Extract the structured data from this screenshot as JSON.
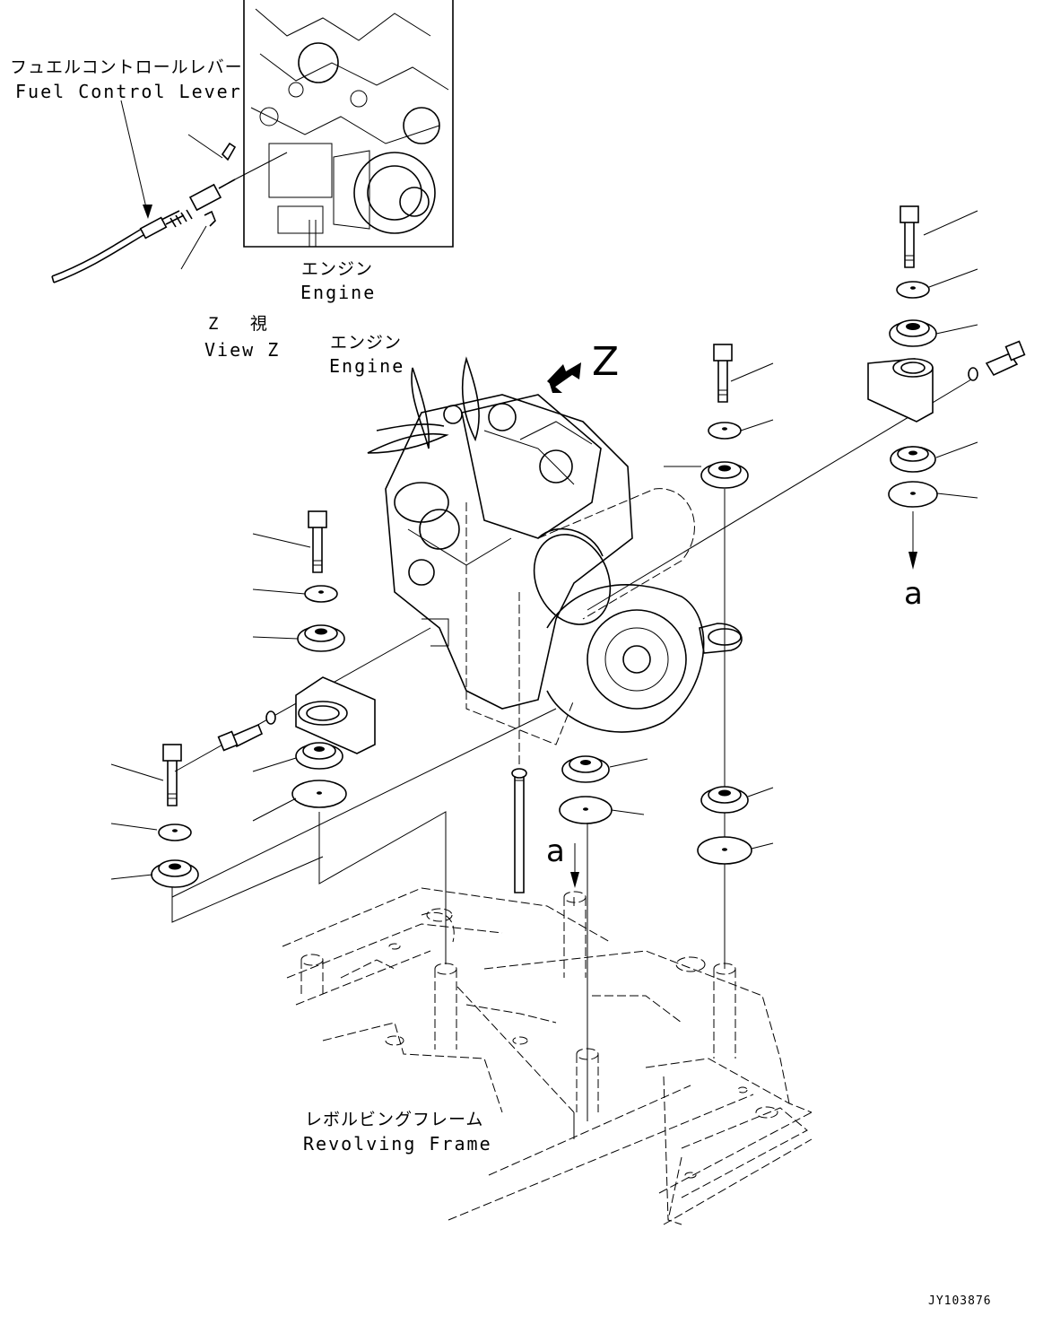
{
  "labels": {
    "fuel_lever_jp": "フュエルコントロールレバー",
    "fuel_lever_en": "Fuel Control Lever",
    "engine_top_jp": "エンジン",
    "engine_top_en": "Engine",
    "view_z_jp": "Z 視",
    "view_z_en": "View Z",
    "engine_jp": "エンジン",
    "engine_en": "Engine",
    "z_marker": "Z",
    "a_marker_right": "a",
    "a_marker_center": "a",
    "frame_jp": "レボルビングフレーム",
    "frame_en": "Revolving Frame",
    "drawing_id": "JY103876"
  }
}
